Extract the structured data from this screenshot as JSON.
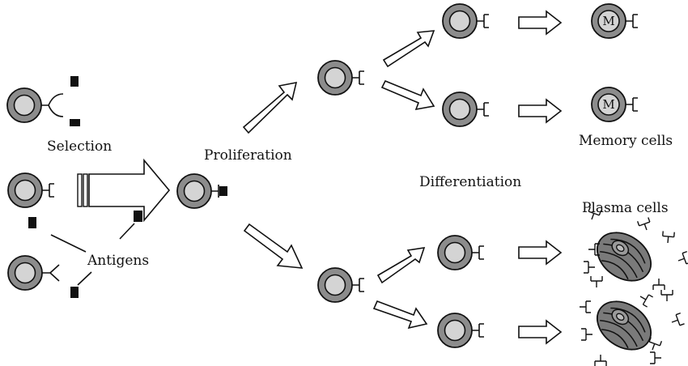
{
  "labels": {
    "selection": "Selection",
    "antigens": "Antigens",
    "proliferation": "Proliferation",
    "differentiation": "Differentiation",
    "memory_cells": "Memory cells",
    "plasma_cells": "Plasma cells",
    "memory_marker": "M"
  },
  "colors": {
    "cell_outer": "#8c8c8c",
    "cell_inner": "#d4d4d4",
    "plasma_body": "#7a7a7a",
    "stroke": "#111111",
    "antigen": "#111111"
  },
  "icons": {
    "cell": "b-cell-icon",
    "memory_cell": "memory-cell-icon",
    "plasma_cell": "plasma-cell-icon",
    "antigen": "antigen-block-icon",
    "receptor": "receptor-icon",
    "arrow": "hollow-arrow-icon",
    "antibody": "antibody-icon"
  }
}
